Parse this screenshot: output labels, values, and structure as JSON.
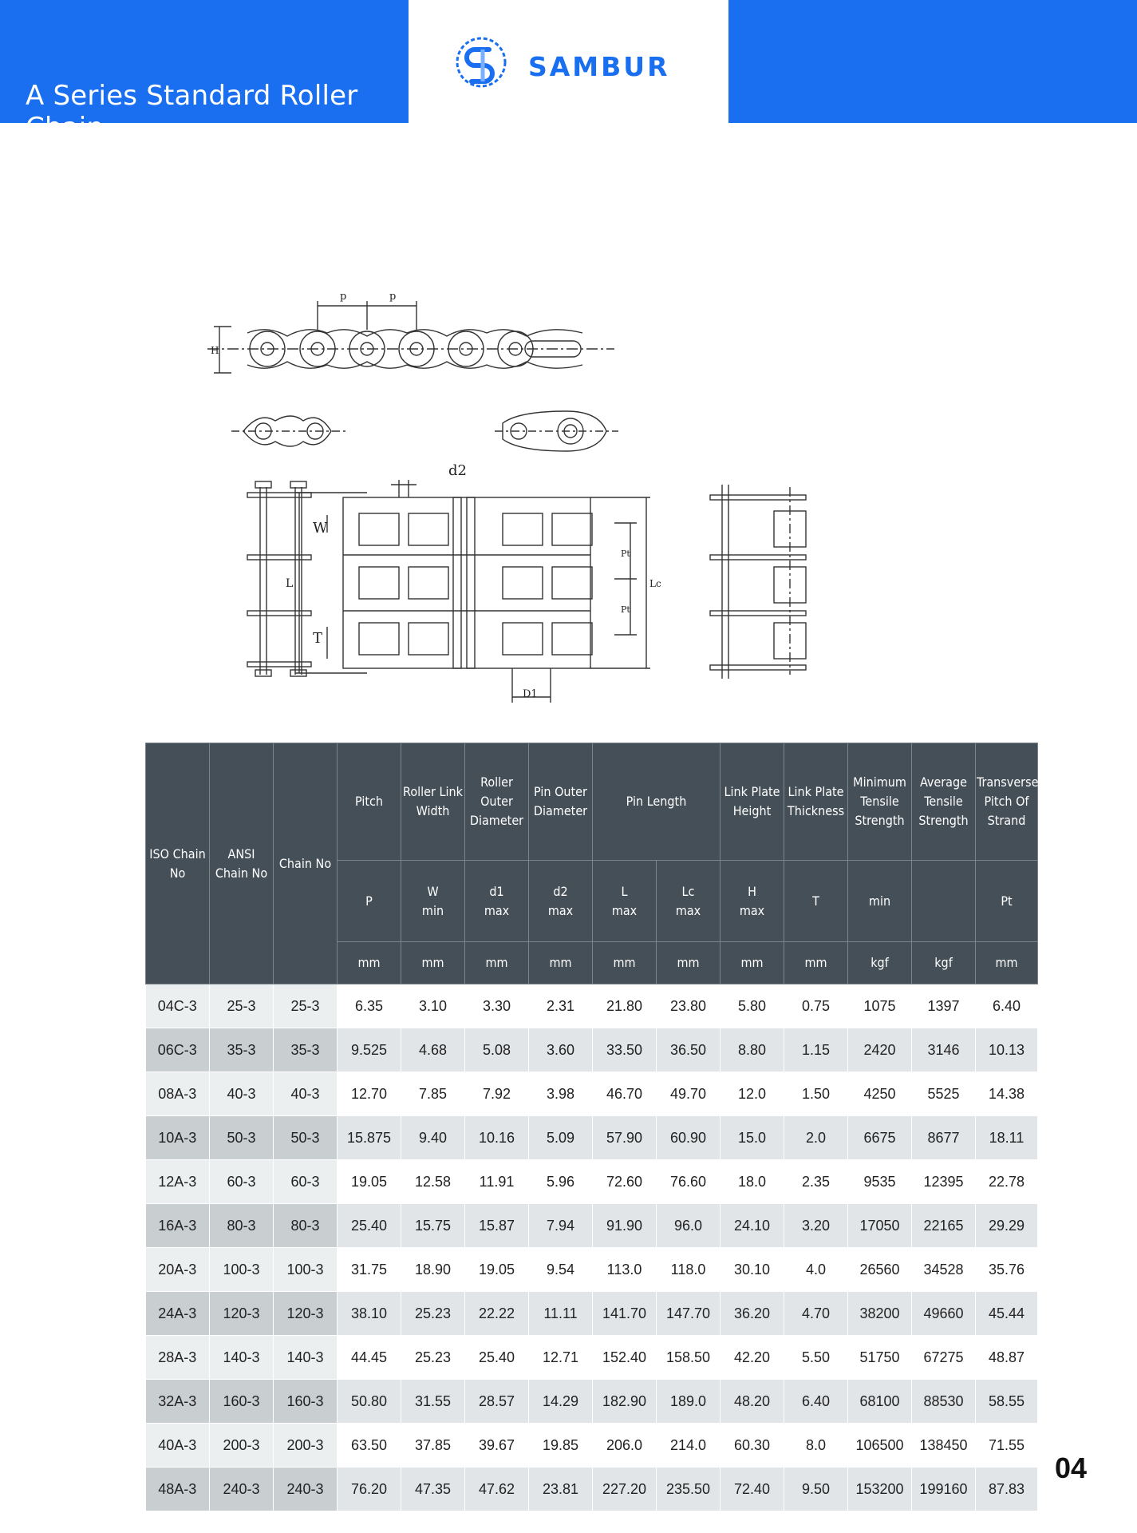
{
  "header": {
    "title": "A Series Standard Roller Chain",
    "brand": "SAMBUR",
    "brand_color": "#1a6ff0"
  },
  "drawing": {
    "labels": {
      "p1": "p",
      "p2": "p",
      "h": "H",
      "d2": "d2",
      "w": "W",
      "l": "L",
      "t": "T",
      "pt1": "Pt",
      "pt2": "Pt",
      "lc": "Lc",
      "d1": "D1"
    }
  },
  "table": {
    "head": {
      "iso": "ISO Chain No",
      "ansi": "ANSI Chain No",
      "chain": "Chain No",
      "pitch": "Pitch",
      "rlw": "Roller Link Width",
      "rod": "Roller Outer Diameter",
      "pod": "Pin Outer Diameter",
      "pinlen": "Pin Length",
      "lph": "Link Plate Height",
      "lpt": "Link Plate Thickness",
      "mts": "Minimum Tensile Strength",
      "ats": "Average Tensile Strength",
      "tps": "Transverse Pitch Of Strand"
    },
    "sym": {
      "p": "P",
      "w1": "W",
      "w2": "min",
      "d11": "d1",
      "d12": "max",
      "d21": "d2",
      "d22": "max",
      "l1": "L",
      "l2": "max",
      "lc1": "Lc",
      "lc2": "max",
      "h1": "H",
      "h2": "max",
      "t": "T",
      "min": "min",
      "ats": "",
      "pt": "Pt"
    },
    "units": [
      "mm",
      "mm",
      "mm",
      "mm",
      "mm",
      "mm",
      "mm",
      "mm",
      "kgf",
      "kgf",
      "mm"
    ],
    "rows": [
      [
        "04C-3",
        "25-3",
        "25-3",
        "6.35",
        "3.10",
        "3.30",
        "2.31",
        "21.80",
        "23.80",
        "5.80",
        "0.75",
        "1075",
        "1397",
        "6.40"
      ],
      [
        "06C-3",
        "35-3",
        "35-3",
        "9.525",
        "4.68",
        "5.08",
        "3.60",
        "33.50",
        "36.50",
        "8.80",
        "1.15",
        "2420",
        "3146",
        "10.13"
      ],
      [
        "08A-3",
        "40-3",
        "40-3",
        "12.70",
        "7.85",
        "7.92",
        "3.98",
        "46.70",
        "49.70",
        "12.0",
        "1.50",
        "4250",
        "5525",
        "14.38"
      ],
      [
        "10A-3",
        "50-3",
        "50-3",
        "15.875",
        "9.40",
        "10.16",
        "5.09",
        "57.90",
        "60.90",
        "15.0",
        "2.0",
        "6675",
        "8677",
        "18.11"
      ],
      [
        "12A-3",
        "60-3",
        "60-3",
        "19.05",
        "12.58",
        "11.91",
        "5.96",
        "72.60",
        "76.60",
        "18.0",
        "2.35",
        "9535",
        "12395",
        "22.78"
      ],
      [
        "16A-3",
        "80-3",
        "80-3",
        "25.40",
        "15.75",
        "15.87",
        "7.94",
        "91.90",
        "96.0",
        "24.10",
        "3.20",
        "17050",
        "22165",
        "29.29"
      ],
      [
        "20A-3",
        "100-3",
        "100-3",
        "31.75",
        "18.90",
        "19.05",
        "9.54",
        "113.0",
        "118.0",
        "30.10",
        "4.0",
        "26560",
        "34528",
        "35.76"
      ],
      [
        "24A-3",
        "120-3",
        "120-3",
        "38.10",
        "25.23",
        "22.22",
        "11.11",
        "141.70",
        "147.70",
        "36.20",
        "4.70",
        "38200",
        "49660",
        "45.44"
      ],
      [
        "28A-3",
        "140-3",
        "140-3",
        "44.45",
        "25.23",
        "25.40",
        "12.71",
        "152.40",
        "158.50",
        "42.20",
        "5.50",
        "51750",
        "67275",
        "48.87"
      ],
      [
        "32A-3",
        "160-3",
        "160-3",
        "50.80",
        "31.55",
        "28.57",
        "14.29",
        "182.90",
        "189.0",
        "48.20",
        "6.40",
        "68100",
        "88530",
        "58.55"
      ],
      [
        "40A-3",
        "200-3",
        "200-3",
        "63.50",
        "37.85",
        "39.67",
        "19.85",
        "206.0",
        "214.0",
        "60.30",
        "8.0",
        "106500",
        "138450",
        "71.55"
      ],
      [
        "48A-3",
        "240-3",
        "240-3",
        "76.20",
        "47.35",
        "47.62",
        "23.81",
        "227.20",
        "235.50",
        "72.40",
        "9.50",
        "153200",
        "199160",
        "87.83"
      ]
    ]
  },
  "page_number": "04"
}
